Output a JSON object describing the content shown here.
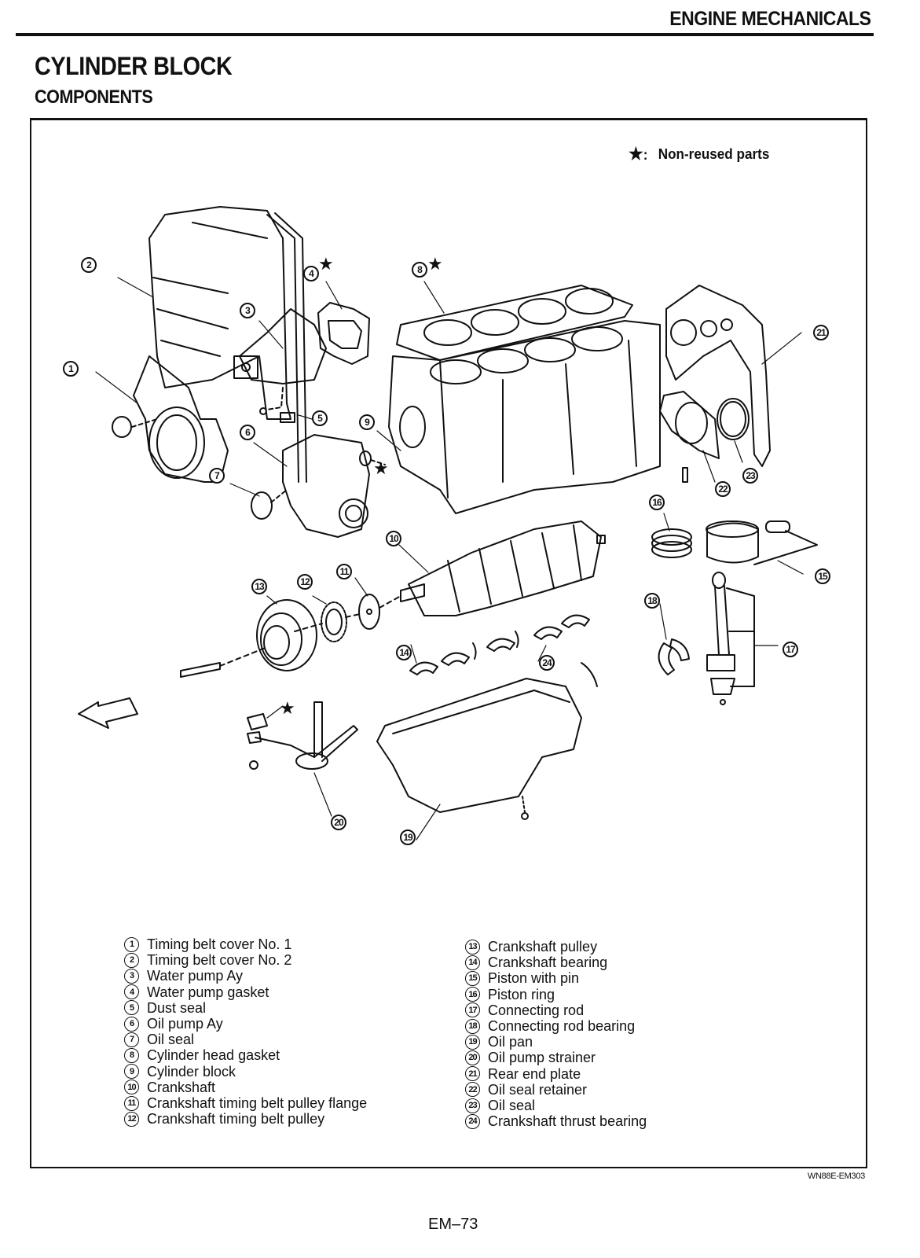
{
  "header": {
    "section": "ENGINE MECHANICALS",
    "title": "CYLINDER BLOCK",
    "subtitle": "COMPONENTS"
  },
  "legend": {
    "star_symbol": "★",
    "separator": ":",
    "label": "Non-reused parts"
  },
  "diagram": {
    "callouts": [
      {
        "num": "1",
        "part": "Timing belt cover No. 1",
        "non_reused": false
      },
      {
        "num": "2",
        "part": "Timing belt cover No. 2",
        "non_reused": false
      },
      {
        "num": "3",
        "part": "Water pump Ay",
        "non_reused": false
      },
      {
        "num": "4",
        "part": "Water pump gasket",
        "non_reused": true
      },
      {
        "num": "5",
        "part": "Dust seal",
        "non_reused": false
      },
      {
        "num": "6",
        "part": "Oil pump Ay",
        "non_reused": false
      },
      {
        "num": "7",
        "part": "Oil seal",
        "non_reused": false
      },
      {
        "num": "8",
        "part": "Cylinder head gasket",
        "non_reused": true
      },
      {
        "num": "9",
        "part": "Cylinder block",
        "non_reused": false
      },
      {
        "num": "10",
        "part": "Crankshaft",
        "non_reused": false
      },
      {
        "num": "11",
        "part": "Crankshaft timing belt pulley flange",
        "non_reused": false
      },
      {
        "num": "12",
        "part": "Crankshaft timing belt pulley",
        "non_reused": false
      },
      {
        "num": "13",
        "part": "Crankshaft pulley",
        "non_reused": false
      },
      {
        "num": "14",
        "part": "Crankshaft bearing",
        "non_reused": false
      },
      {
        "num": "15",
        "part": "Piston with pin",
        "non_reused": false
      },
      {
        "num": "16",
        "part": "Piston ring",
        "non_reused": false
      },
      {
        "num": "17",
        "part": "Connecting rod",
        "non_reused": false
      },
      {
        "num": "18",
        "part": "Connecting rod bearing",
        "non_reused": false
      },
      {
        "num": "19",
        "part": "Oil pan",
        "non_reused": false
      },
      {
        "num": "20",
        "part": "Oil pump strainer",
        "non_reused": false
      },
      {
        "num": "21",
        "part": "Rear end plate",
        "non_reused": false
      },
      {
        "num": "22",
        "part": "Oil seal retainer",
        "non_reused": false
      },
      {
        "num": "23",
        "part": "Oil seal",
        "non_reused": false
      },
      {
        "num": "24",
        "part": "Crankshaft thrust bearing",
        "non_reused": false
      }
    ],
    "extra_stars": [
      "oil pump O-ring (near 6/9)",
      "oil pump strainer gasket (near 20)"
    ],
    "front_arrow": "engine-front-arrow"
  },
  "parts_list": {
    "left": [
      {
        "num": "1",
        "label": "Timing belt cover No. 1"
      },
      {
        "num": "2",
        "label": "Timing belt cover No. 2"
      },
      {
        "num": "3",
        "label": "Water pump Ay"
      },
      {
        "num": "4",
        "label": "Water pump gasket"
      },
      {
        "num": "5",
        "label": "Dust seal"
      },
      {
        "num": "6",
        "label": "Oil pump Ay"
      },
      {
        "num": "7",
        "label": "Oil seal"
      },
      {
        "num": "8",
        "label": "Cylinder head gasket"
      },
      {
        "num": "9",
        "label": "Cylinder block"
      },
      {
        "num": "10",
        "label": "Crankshaft"
      },
      {
        "num": "11",
        "label": "Crankshaft timing belt pulley flange"
      },
      {
        "num": "12",
        "label": "Crankshaft timing belt pulley"
      }
    ],
    "right": [
      {
        "num": "13",
        "label": "Crankshaft pulley"
      },
      {
        "num": "14",
        "label": "Crankshaft bearing"
      },
      {
        "num": "15",
        "label": "Piston with pin"
      },
      {
        "num": "16",
        "label": "Piston ring"
      },
      {
        "num": "17",
        "label": "Connecting rod"
      },
      {
        "num": "18",
        "label": "Connecting rod bearing"
      },
      {
        "num": "19",
        "label": "Oil pan"
      },
      {
        "num": "20",
        "label": "Oil pump strainer"
      },
      {
        "num": "21",
        "label": "Rear end plate"
      },
      {
        "num": "22",
        "label": "Oil seal retainer"
      },
      {
        "num": "23",
        "label": "Oil seal"
      },
      {
        "num": "24",
        "label": "Crankshaft thrust bearing"
      }
    ]
  },
  "footer": {
    "figure_code": "WN88E-EM303",
    "page_number": "EM–73"
  }
}
